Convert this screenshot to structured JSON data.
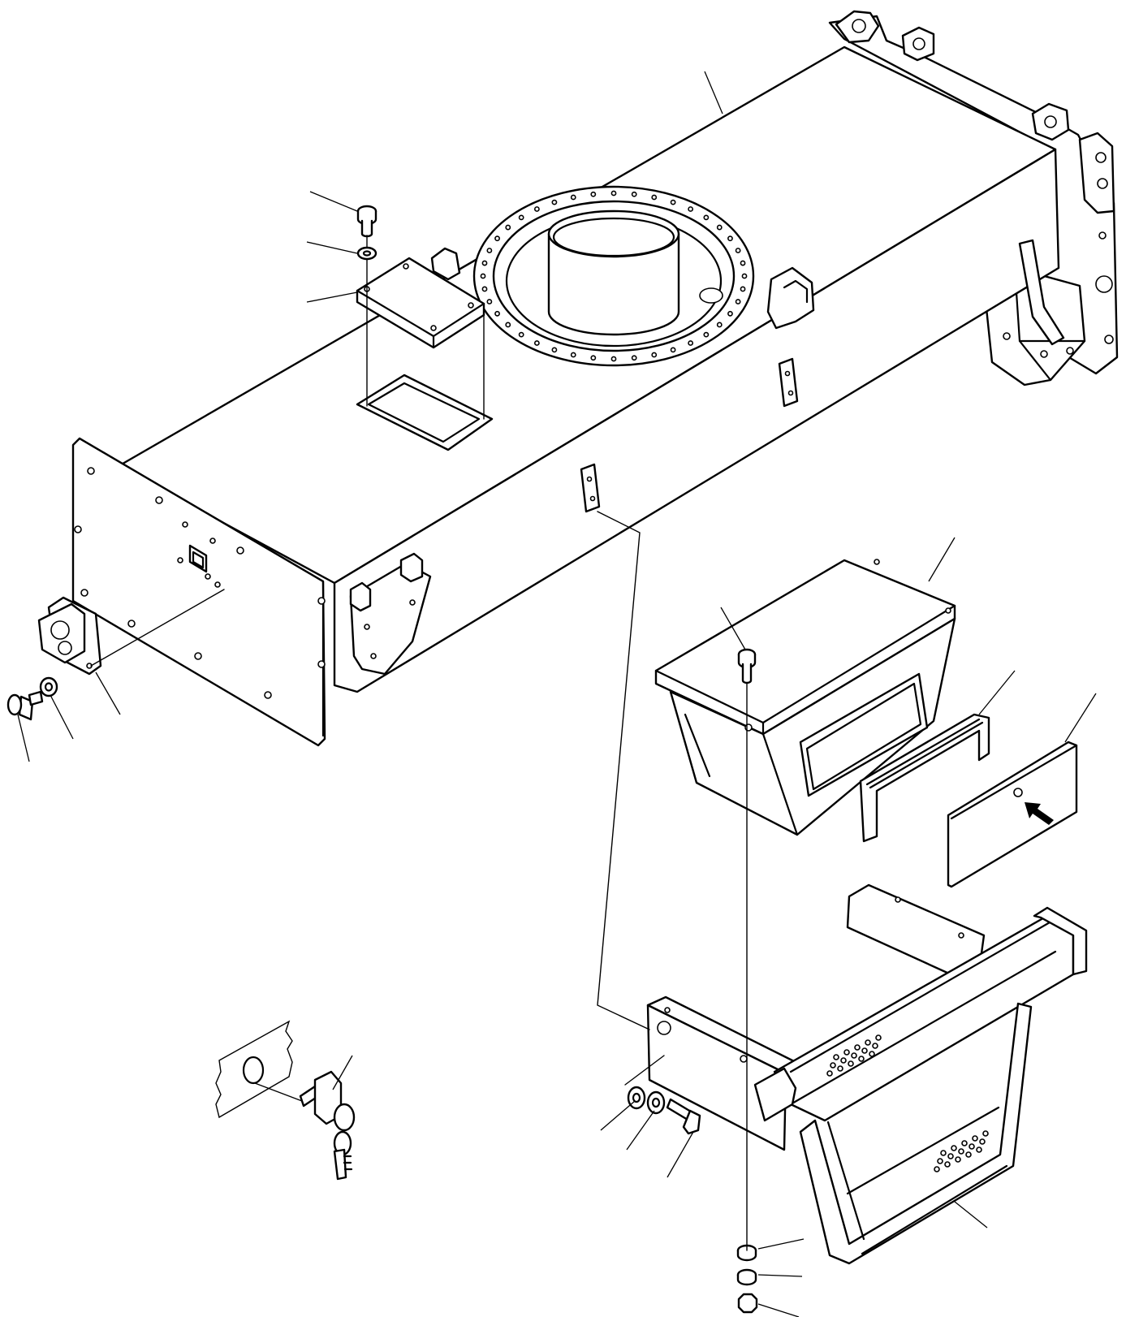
{
  "diagram": {
    "type": "exploded-parts-illustration",
    "printed_text": [],
    "colors": {
      "ink": "#000000",
      "paper": "#ffffff"
    },
    "parts": [
      {
        "name": "revolving-frame",
        "icon": "frame-icon"
      },
      {
        "name": "swing-circle-flange",
        "icon": "ring-flange-icon"
      },
      {
        "name": "inspection-cover",
        "icon": "cover-plate-icon"
      },
      {
        "name": "cover-bolt",
        "icon": "bolt-icon"
      },
      {
        "name": "cover-washer",
        "icon": "washer-icon"
      },
      {
        "name": "tow-hook",
        "icon": "hook-bracket-icon"
      },
      {
        "name": "hook-bolt",
        "icon": "bolt-icon"
      },
      {
        "name": "hook-washer",
        "icon": "washer-icon"
      },
      {
        "name": "tool-box",
        "icon": "box-icon"
      },
      {
        "name": "box-gasket",
        "icon": "gasket-icon"
      },
      {
        "name": "box-lid",
        "icon": "lid-icon"
      },
      {
        "name": "box-bolt",
        "icon": "bolt-icon"
      },
      {
        "name": "step-assembly",
        "icon": "step-icon"
      },
      {
        "name": "step-washer",
        "icon": "washer-icon"
      },
      {
        "name": "step-bolt",
        "icon": "bolt-icon"
      },
      {
        "name": "bottom-washers-and-nut",
        "icon": "nut-icon"
      },
      {
        "name": "cylinder-lock-with-keys",
        "icon": "key-lock-icon"
      },
      {
        "name": "direction-arrow",
        "icon": "arrow-icon"
      }
    ]
  }
}
